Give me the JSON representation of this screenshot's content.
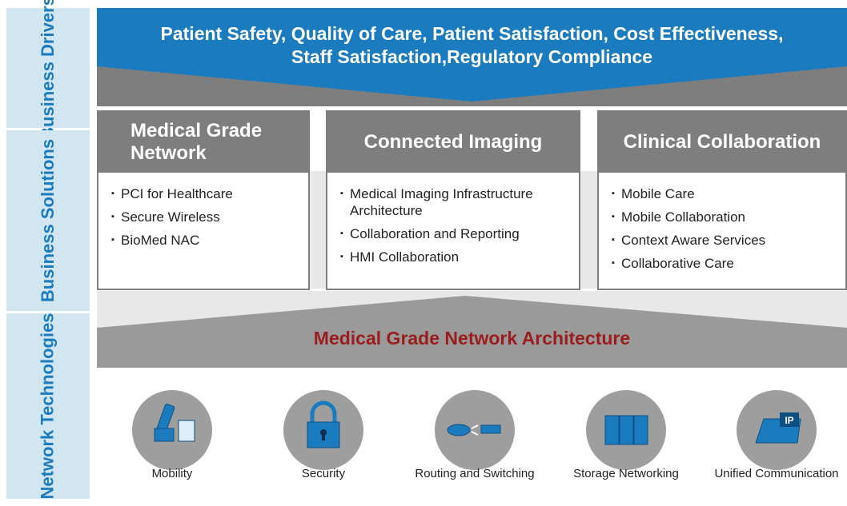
{
  "sidebar": {
    "drivers": "Business Drivers",
    "solutions": "Business Solutions",
    "network": "Network Technologies"
  },
  "banner": {
    "line1": "Patient Safety, Quality of Care, Patient Satisfaction, Cost Effectiveness,",
    "line2": "Staff Satisfaction,Regulatory Compliance"
  },
  "solutions": [
    {
      "title": "Medical Grade Network",
      "items": [
        "PCI for Healthcare",
        "Secure Wireless",
        "BioMed NAC"
      ]
    },
    {
      "title": "Connected Imaging",
      "items": [
        "Medical Imaging Infrastructure Architecture",
        "Collaboration and Reporting",
        "HMI Collaboration"
      ]
    },
    {
      "title": "Clinical Collaboration",
      "items": [
        "Mobile Care",
        "Mobile Collaboration",
        "Context Aware Services",
        "Collaborative Care"
      ]
    }
  ],
  "architecture_title": "Medical Grade Network Architecture",
  "technologies": [
    {
      "label": "Mobility",
      "icon": "mobility-icon"
    },
    {
      "label": "Security",
      "icon": "padlock-icon"
    },
    {
      "label": "Routing and Switching",
      "icon": "router-switch-icon"
    },
    {
      "label": "Storage Networking",
      "icon": "storage-icon"
    },
    {
      "label": "Unified Communication",
      "icon": "ip-phone-icon"
    }
  ],
  "colors": {
    "accent": "#1b7bbf",
    "sidebar": "#d2e6f1",
    "panel_gray": "#7e7e7e",
    "architecture_text": "#9b1c1c"
  }
}
